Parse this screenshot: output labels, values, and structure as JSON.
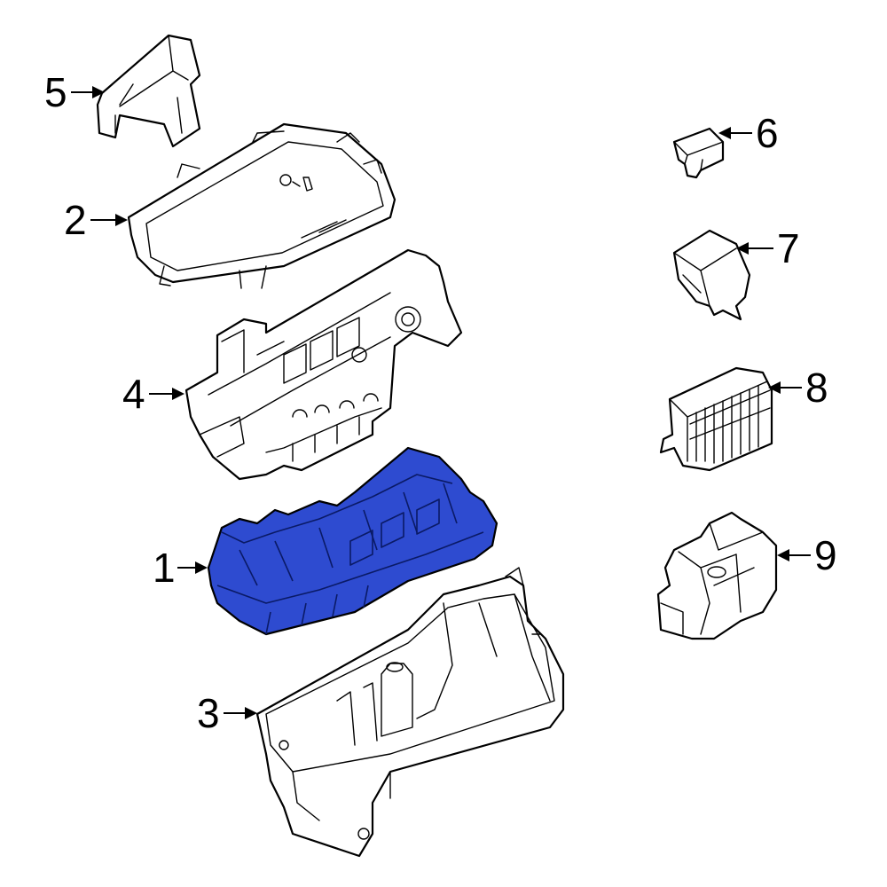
{
  "diagram": {
    "highlight_color": "#2e4bd0",
    "highlighted_part": "1",
    "callouts": [
      {
        "id": "1",
        "label": "1"
      },
      {
        "id": "2",
        "label": "2"
      },
      {
        "id": "3",
        "label": "3"
      },
      {
        "id": "4",
        "label": "4"
      },
      {
        "id": "5",
        "label": "5"
      },
      {
        "id": "6",
        "label": "6"
      },
      {
        "id": "7",
        "label": "7"
      },
      {
        "id": "8",
        "label": "8"
      },
      {
        "id": "9",
        "label": "9"
      }
    ]
  }
}
